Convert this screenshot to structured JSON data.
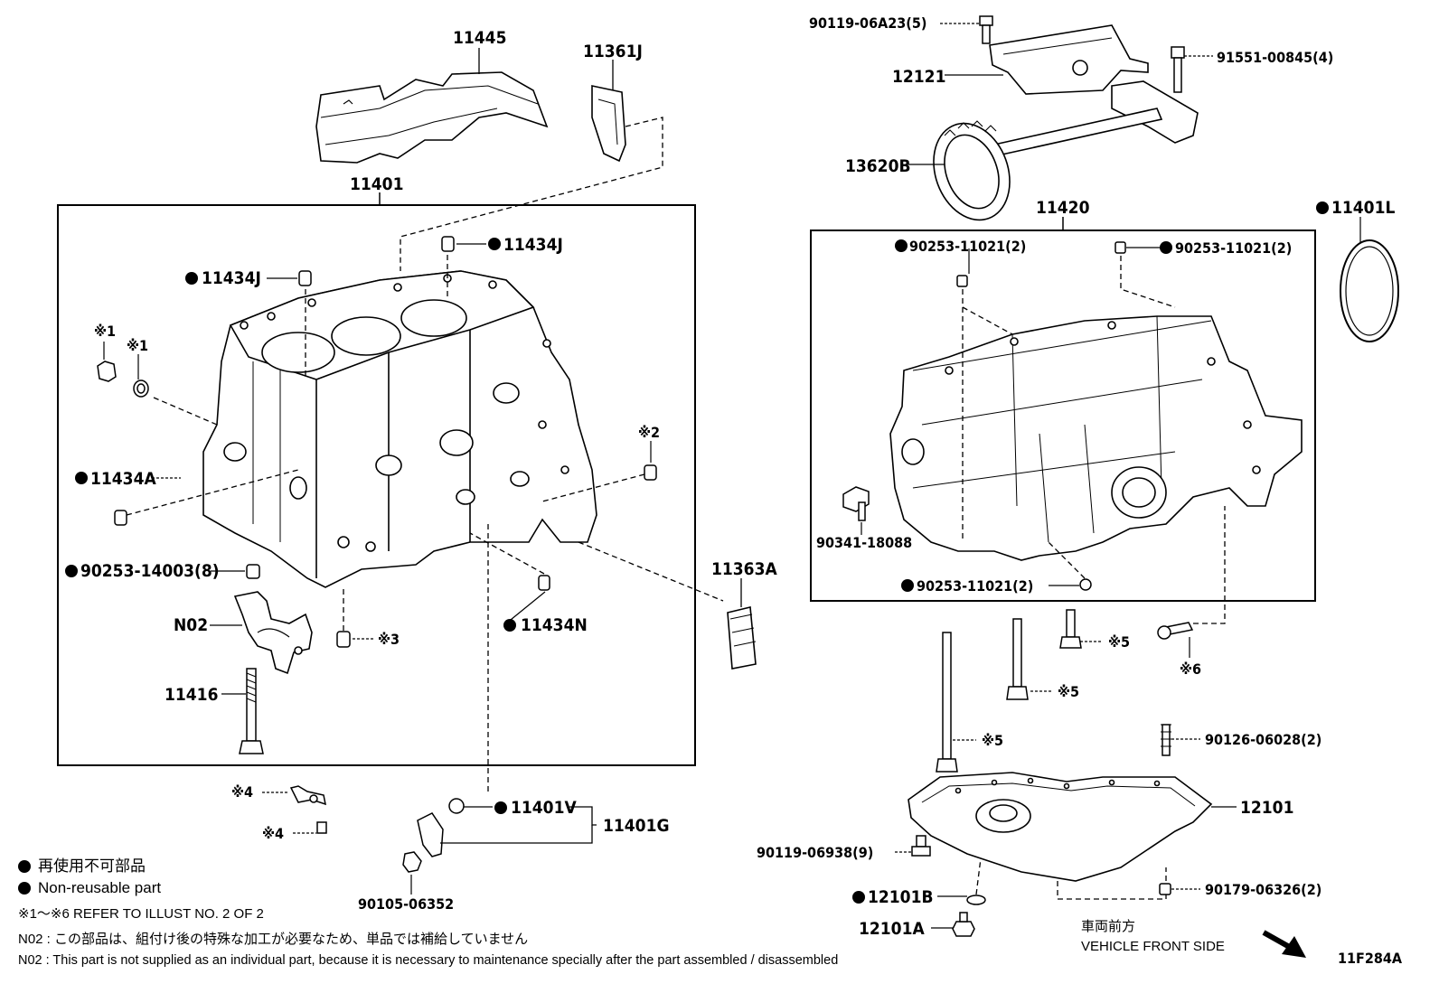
{
  "figure_code": "11F284A",
  "parts": {
    "p11445": "11445",
    "p11361J": "11361J",
    "p11401": "11401",
    "p11434J_a": "11434J",
    "p11434J_b": "11434J",
    "ref1a": "※1",
    "ref1b": "※1",
    "ref2": "※2",
    "ref3": "※3",
    "ref4a": "※4",
    "ref4b": "※4",
    "ref5a": "※5",
    "ref5b": "※5",
    "ref5c": "※5",
    "ref6": "※6",
    "p11434A": "11434A",
    "p90253_14003": "90253-14003(8)",
    "pN02": "N02",
    "p11416": "11416",
    "p11434N": "11434N",
    "p11363A": "11363A",
    "p11401V": "11401V",
    "p11401G": "11401G",
    "p90105_06352": "90105-06352",
    "p90119_06A23": "90119-06A23(5)",
    "p91551_00845": "91551-00845(4)",
    "p12121": "12121",
    "p13620B": "13620B",
    "p11420": "11420",
    "p11401L": "11401L",
    "p90253_11021_a": "90253-11021(2)",
    "p90253_11021_b": "90253-11021(2)",
    "p90253_11021_c": "90253-11021(2)",
    "p90341_18088": "90341-18088",
    "p90126_06028": "90126-06028(2)",
    "p12101": "12101",
    "p90119_06938": "90119-06938(9)",
    "p12101B": "12101B",
    "p90179_06326": "90179-06326(2)",
    "p12101A": "12101A"
  },
  "legend": {
    "nonreusable_jp": "再使用不可部品",
    "nonreusable_en": "Non-reusable part",
    "refer": "※1～※6  REFER TO ILLUST NO. 2 OF 2"
  },
  "notes": {
    "n02_jp": "N02 : この部品は、組付け後の特殊な加工が必要なため、単品では補給していません",
    "n02_en": "N02 : This part is not supplied as an individual part, because it is necessary to maintenance specially after the part assembled / disassembled"
  },
  "direction": {
    "jp": "車両前方",
    "en": "VEHICLE FRONT SIDE"
  }
}
